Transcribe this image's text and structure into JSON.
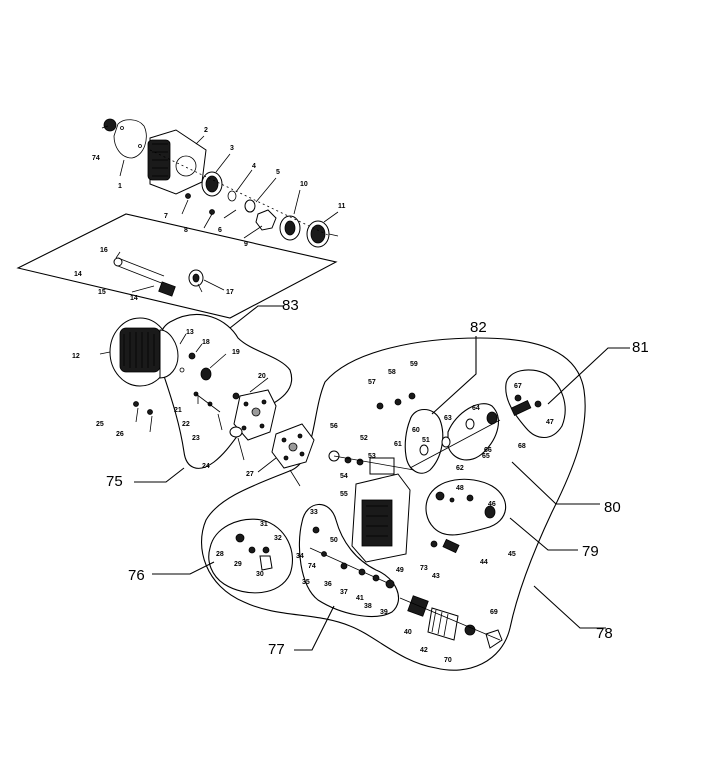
{
  "labels": {
    "l74": "74",
    "l1": "1",
    "l2": "2",
    "l3": "3",
    "l4": "4",
    "l5": "5",
    "l6": "6",
    "l7": "7",
    "l8": "8",
    "l9": "9",
    "l10": "10",
    "l11": "11",
    "l14a": "14",
    "l14b": "14",
    "l15": "15",
    "l16": "16",
    "l17": "17",
    "l12": "12",
    "l13": "13",
    "l18": "18",
    "l19": "19",
    "l20": "20",
    "l21": "21",
    "l22": "22",
    "l23": "23",
    "l24": "24",
    "l25": "25",
    "l26": "26",
    "l27": "27",
    "l28": "28",
    "l29": "29",
    "l30": "30",
    "l31": "31",
    "l32": "32",
    "l33": "33",
    "l34": "34",
    "l35": "35",
    "l36": "36",
    "l37": "37",
    "l38": "38",
    "l39": "39",
    "l40": "40",
    "l41": "41",
    "l42": "42",
    "l43": "43",
    "l44": "44",
    "l45": "45",
    "l46": "46",
    "l47": "47",
    "l48": "48",
    "l49": "49",
    "l50": "50",
    "l51": "51",
    "l52": "52",
    "l53": "53",
    "l54": "54",
    "l55": "55",
    "l56": "56",
    "l57": "57",
    "l58": "58",
    "l59": "59",
    "l60": "60",
    "l61": "61",
    "l62": "62",
    "l63": "63",
    "l64": "64",
    "l65": "65",
    "l66": "66",
    "l67": "67",
    "l68": "68",
    "l69": "69",
    "l70": "70",
    "l73": "73",
    "l74b": "74",
    "l75": "75",
    "l76": "76",
    "l77": "77",
    "l78": "78",
    "l79": "79",
    "l80": "80",
    "l81": "81",
    "l82": "82",
    "l83": "83"
  }
}
